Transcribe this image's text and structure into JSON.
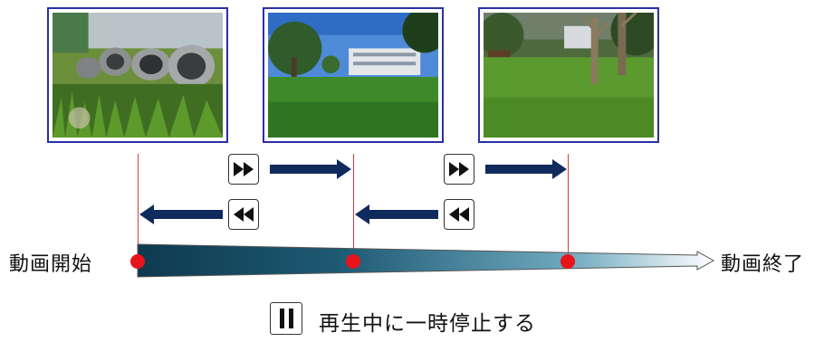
{
  "labels": {
    "start": "動画開始",
    "end": "動画終了",
    "pause": "再生中に一時停止する"
  },
  "thumbnails": [
    {
      "name": "thumb-pipes",
      "subject": "pipes-in-grass"
    },
    {
      "name": "thumb-campus",
      "subject": "campus-lawn-blue-sky"
    },
    {
      "name": "thumb-park",
      "subject": "park-trees-bench"
    }
  ],
  "controls": {
    "fast_forward_icon": "fast-forward-icon",
    "rewind_icon": "rewind-icon",
    "pause_icon": "pause-icon"
  },
  "colors": {
    "accent_line": "#e0393e",
    "marker": "#e8141c",
    "arrow_fill": "#0f2a5c",
    "timeline_dark": "#0e3a4f",
    "timeline_light": "#ffffff",
    "thumb_border": "#2b2fa6"
  }
}
